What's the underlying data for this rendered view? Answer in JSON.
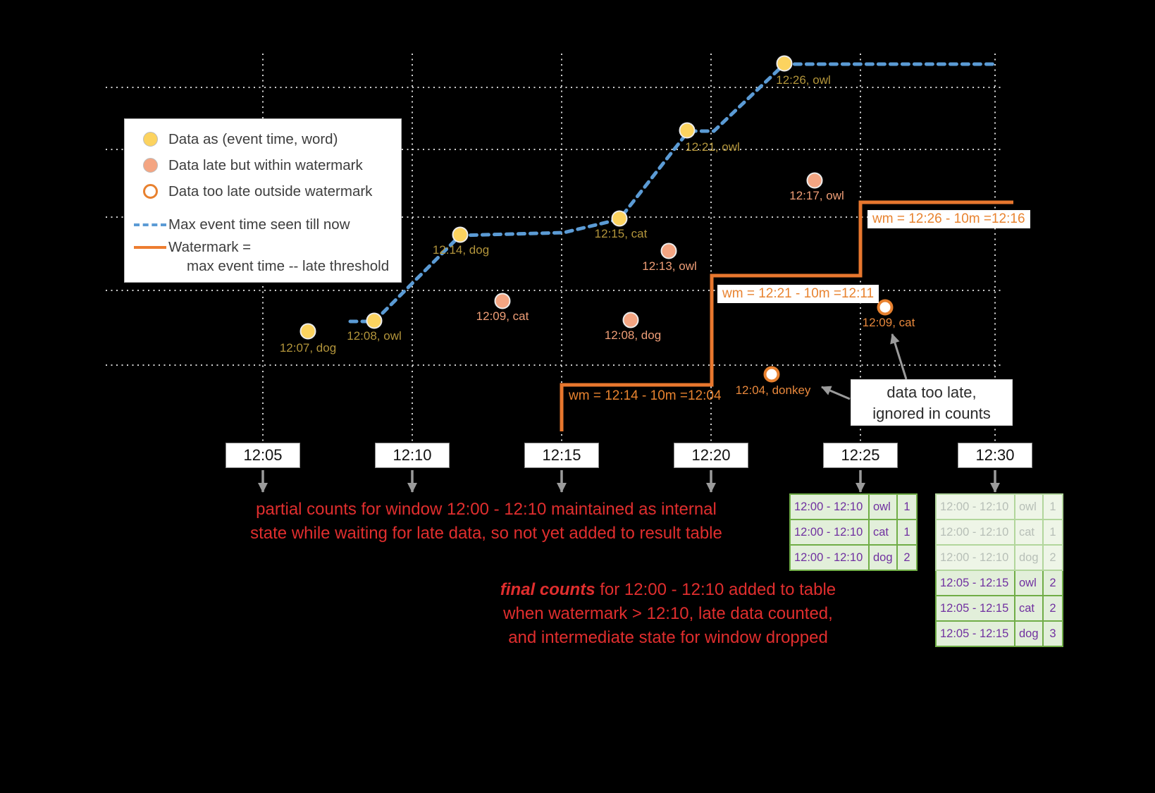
{
  "colors": {
    "background": "#000000",
    "on_time_point": "#fcd35f",
    "late_point": "#f4a582",
    "too_late_ring": "#e8812f",
    "max_event_line": "#5b9bd5",
    "watermark_line": "#e8772e",
    "annotation_red": "#e02e2e",
    "table_text_purple": "#7030a0",
    "table_border_green": "#70ad47",
    "table_bg_green": "#e2efda"
  },
  "legend": {
    "on_time": "Data as (event time, word)",
    "late_within": "Data late but within watermark",
    "too_late": "Data too late outside watermark",
    "max_event_time": "Max event time seen till now",
    "watermark_line1": "Watermark =",
    "watermark_line2": "max event time -- late threshold"
  },
  "points": {
    "on_time": [
      {
        "label": "12:07, dog"
      },
      {
        "label": "12:08, owl"
      },
      {
        "label": "12:14, dog"
      },
      {
        "label": "12:15, cat"
      },
      {
        "label": "12:21, owl"
      },
      {
        "label": "12:26, owl"
      }
    ],
    "late_within": [
      {
        "label": "12:09, cat"
      },
      {
        "label": "12:08, dog"
      },
      {
        "label": "12:13, owl"
      },
      {
        "label": "12:17, owl"
      }
    ],
    "too_late": [
      {
        "label": "12:04, donkey"
      },
      {
        "label": "12:09, cat"
      }
    ]
  },
  "watermarks": [
    {
      "label": "wm = 12:14 - 10m =12:04"
    },
    {
      "label": "wm = 12:21 - 10m =12:11"
    },
    {
      "label": "wm = 12:26 - 10m =12:16"
    }
  ],
  "axis": {
    "ticks": [
      {
        "label": "12:05"
      },
      {
        "label": "12:10"
      },
      {
        "label": "12:15"
      },
      {
        "label": "12:20"
      },
      {
        "label": "12:25"
      },
      {
        "label": "12:30"
      }
    ]
  },
  "annotations": {
    "partial_line1": "partial counts for window 12:00 - 12:10 maintained as internal",
    "partial_line2": "state while waiting for late data, so not yet added  to result table",
    "final_bold": "final counts",
    "final_rest": " for 12:00 - 12:10 added to table",
    "final_line2": "when watermark > 12:10, late data counted,",
    "final_line3": "and intermediate state for window dropped",
    "too_late_line1": "data too late,",
    "too_late_line2": "ignored in counts"
  },
  "tables": {
    "intermediate": {
      "rows": [
        {
          "window": "12:00 - 12:10",
          "word": "owl",
          "count": "1"
        },
        {
          "window": "12:00 - 12:10",
          "word": "cat",
          "count": "1"
        },
        {
          "window": "12:00 - 12:10",
          "word": "dog",
          "count": "2"
        }
      ]
    },
    "final": {
      "rows": [
        {
          "window": "12:00 - 12:10",
          "word": "owl",
          "count": "1"
        },
        {
          "window": "12:00 - 12:10",
          "word": "cat",
          "count": "1"
        },
        {
          "window": "12:00 - 12:10",
          "word": "dog",
          "count": "2"
        },
        {
          "window": "12:05 - 12:15",
          "word": "owl",
          "count": "2"
        },
        {
          "window": "12:05 - 12:15",
          "word": "cat",
          "count": "2"
        },
        {
          "window": "12:05 - 12:15",
          "word": "dog",
          "count": "3"
        }
      ]
    }
  }
}
